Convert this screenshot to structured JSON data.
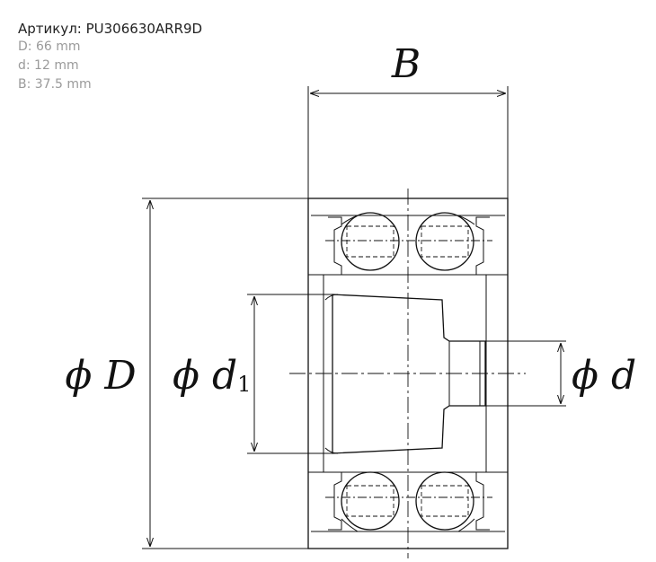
{
  "specs": {
    "article": "Артикул: PU306630ARR9D",
    "lines": [
      "D: 66 mm",
      "d: 12 mm",
      "B: 37.5 mm"
    ]
  },
  "drawing": {
    "label_B": "B",
    "label_D": "ϕ D",
    "label_d1_main": "ϕ d",
    "label_d1_sub": "1",
    "label_d": "ϕ d"
  }
}
